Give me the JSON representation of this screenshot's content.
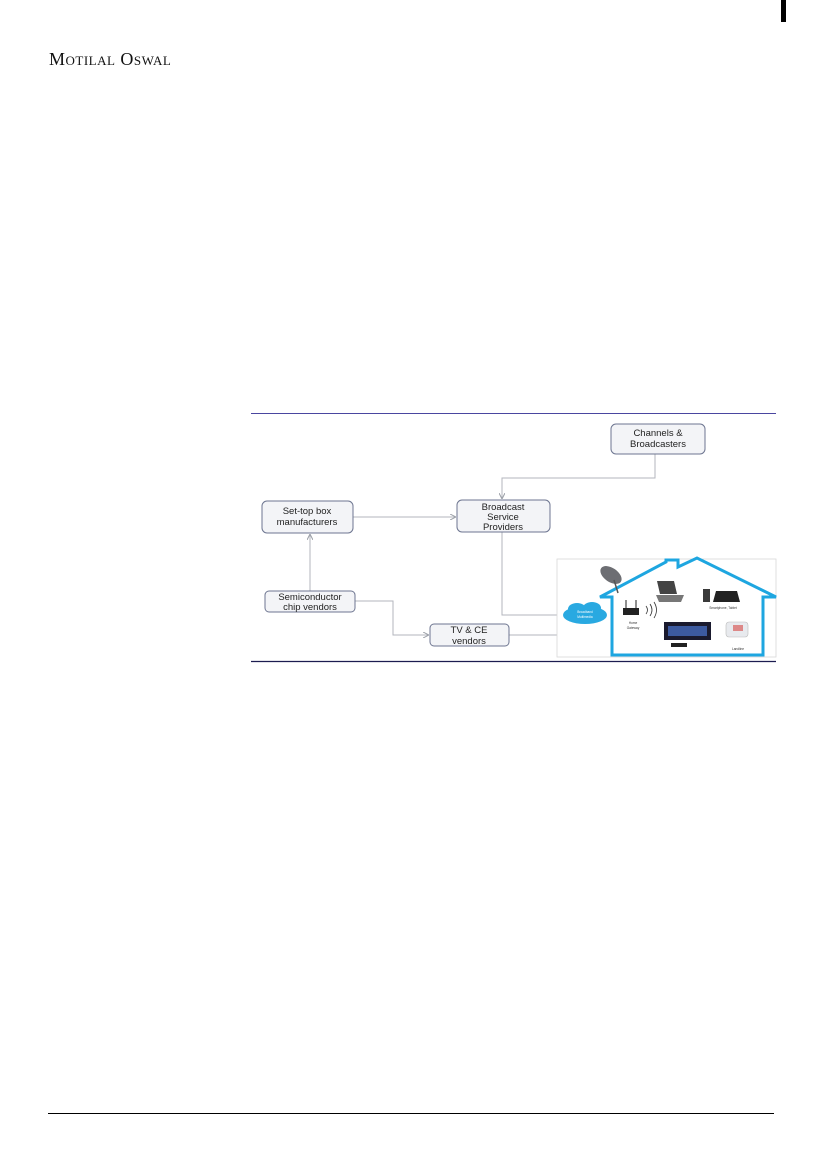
{
  "header": {
    "brand": "Motilal Oswal"
  },
  "diagram": {
    "nodes": {
      "channels": [
        "Channels &",
        "Broadcasters"
      ],
      "broadcast": [
        "Broadcast",
        "Service",
        "Providers"
      ],
      "settop": [
        "Set-top box",
        "manufacturers"
      ],
      "semi": [
        "Semiconductor",
        "chip vendors"
      ],
      "tvce": [
        "TV & CE",
        "vendors"
      ]
    },
    "house_labels": {
      "cloud": [
        "Broadband",
        "Multimedia"
      ],
      "gateway": [
        "Home",
        "Gateway"
      ],
      "devices": "Smartphone, Tablet",
      "landline": "Landline"
    },
    "colors": {
      "rule": "#3b3b9a",
      "house": "#1ea6e0",
      "cloud": "#29a9e1"
    }
  }
}
